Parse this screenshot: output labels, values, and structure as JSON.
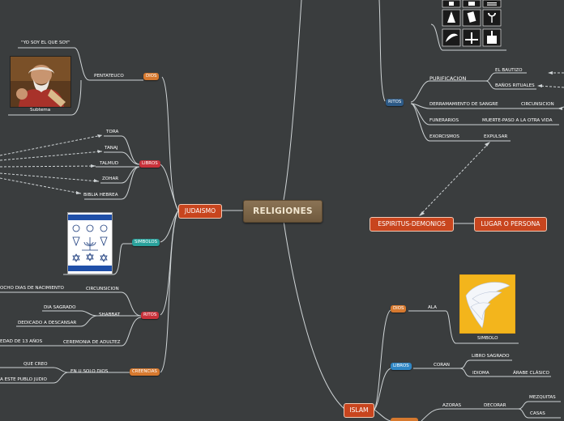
{
  "root": {
    "label": "RELIGIONES"
  },
  "judaismo": {
    "label": "JUDAISMO",
    "dios": {
      "tag": "DIOS",
      "item": "PENTATEUCO",
      "quote": "\"YO SOY EL QUE SOY\"",
      "caption": "Subtema"
    },
    "libros": {
      "tag": "LIBROS",
      "items": [
        "TORA",
        "TANAJ",
        "TALMUD",
        "ZOHAR",
        "BIBLIA HEBREA"
      ]
    },
    "simbolos": {
      "tag": "SIMBOLOS"
    },
    "ritos": {
      "tag": "RITOS",
      "circuncision": "CIRCUNSICION",
      "circ_detail": "OCHO DIAS DE NACIMIENTO",
      "shabbat": "SHABBAT",
      "dia": "DIA SAGRADO",
      "dedicado": "DEDICADO A DESCANSAR",
      "ceremonia": "CEREMONIA DE ADULTEZ",
      "edad": "EDAD DE 13 AÑOS"
    },
    "creencias": {
      "tag": "CREENCIAS",
      "item": "EN U SOLO DIOS",
      "sub1": "QUE CREO",
      "sub2": "A ESTE PUBLO JUDIO"
    }
  },
  "right": {
    "ritos": {
      "tag": "RITOS",
      "purificacion": "PURIFICACION",
      "bautizo": "EL BAUTIZO",
      "banos": "BAÑOS RITUALES",
      "derramamiento": "DERRAMAMIENTO DE SANGRE",
      "circuncision": "CIRCUNSICION",
      "funerarios": "FUNERARIOS",
      "muerte": "MUERTE-PASO A LA OTRA VIDA",
      "exorcismos": "EXORCISMOS",
      "expulsar": "EXPULSAR"
    },
    "espiritus": {
      "label": "ESPIRITUS-DEMONIOS"
    },
    "lugar": {
      "label": "LUGAR O PERSONA"
    }
  },
  "islam": {
    "label": "ISLAM",
    "dios": {
      "tag": "DIOS",
      "item": "ALA",
      "caption": "SIMBOLO"
    },
    "libros": {
      "tag": "LIBROS",
      "item": "CORAN",
      "libro": "LIBRO SAGRADO",
      "idioma": "IDIOMA",
      "arabe": "ÁRABE CLÁSICO"
    },
    "azoras": {
      "item": "AZORAS",
      "decorar": "DECORAR",
      "mezquitas": "MEZQUITAS",
      "casas": "CASAS"
    }
  },
  "colors": {
    "background": "#3a3d3e",
    "line": "#cfd4d6",
    "dios_tag": "#d6792f",
    "libros_tag": "#c8323b",
    "simbolos_tag": "#2aa29c",
    "ritos_tag": "#c8323b",
    "creencias_tag": "#d6792f",
    "right_ritos_tag": "#2d5a86",
    "islam_libros_tag": "#2f86c4"
  }
}
